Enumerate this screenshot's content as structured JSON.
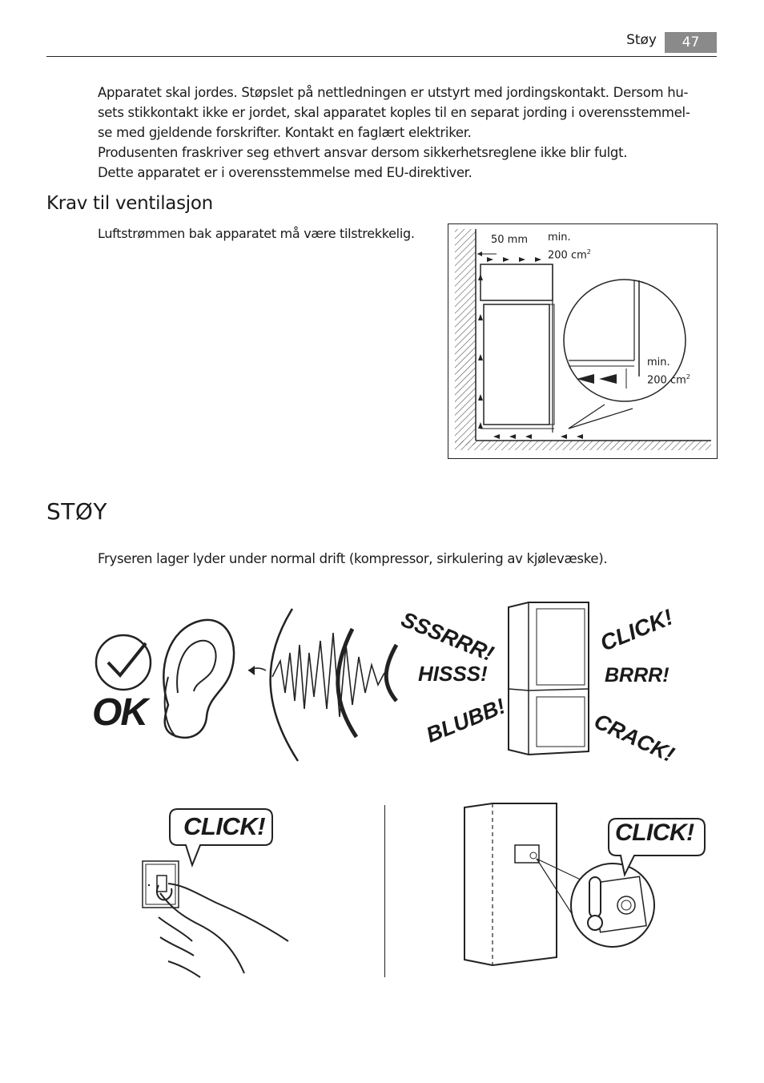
{
  "header": {
    "section": "Støy",
    "page_number": "47"
  },
  "intro": {
    "line1": "Apparatet skal jordes. Støpslet på nettledningen er utstyrt med jordingskontakt. Dersom hu-",
    "line2": "sets stikkontakt ikke er jordet, skal apparatet koples til en separat jording i overensstemmel-",
    "line3": "se med gjeldende forskrifter. Kontakt en faglært elektriker.",
    "line4": "Produsenten fraskriver seg ethvert ansvar dersom sikkerhetsreglene ikke blir fulgt.",
    "line5": "Dette apparatet er i overensstemmelse med EU-direktiver."
  },
  "ventilation": {
    "heading": "Krav til ventilasjon",
    "text": "Luftstrømmen bak apparatet må være tilstrekkelig.",
    "label_distance": "50 mm",
    "label_top_min": "min.",
    "label_top_area": "200 cm",
    "label_bottom_min": "min.",
    "label_bottom_area": "200 cm",
    "superscript": "2"
  },
  "noise": {
    "heading": "STØY",
    "text": "Fryseren lager lyder under normal drift (kompressor, sirkulering av kjølevæske).",
    "ok": "OK",
    "words": [
      "SSSRRR!",
      "HISSS!",
      "BLUBB!",
      "CLICK!",
      "BRRR!",
      "CRACK!"
    ],
    "click_switch": "CLICK!",
    "click_thermostat": "CLICK!"
  }
}
